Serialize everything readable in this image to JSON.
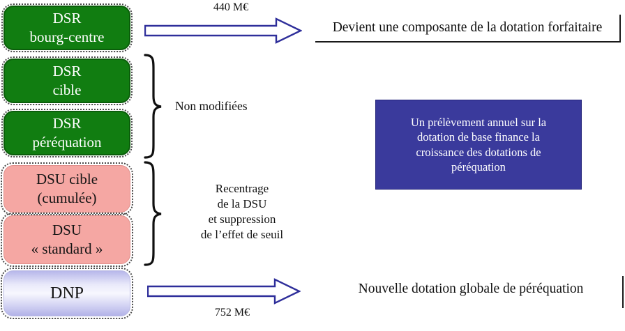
{
  "boxes": {
    "dsr_bourg_centre": {
      "line1": "DSR",
      "line2": "bourg-centre"
    },
    "dsr_cible": {
      "line1": "DSR",
      "line2": "cible"
    },
    "dsr_perequation": {
      "line1": "DSR",
      "line2": "péréquation"
    },
    "dsu_cible": {
      "line1": "DSU cible",
      "line2": "(cumulée)"
    },
    "dsu_standard": {
      "line1": "DSU",
      "line2": "« standard »"
    },
    "dnp": {
      "line1": "DNP"
    }
  },
  "arrows": {
    "top": {
      "label": "440 M€"
    },
    "bottom": {
      "label": "752 M€"
    }
  },
  "braces": {
    "non_modifiees": {
      "label": "Non modifiées"
    },
    "recentrage": {
      "line1": "Recentrage",
      "line2": "de la DSU",
      "line3": "et suppression",
      "line4": "de l’effet de seuil"
    }
  },
  "notes": {
    "devient": "Devient une composante de la dotation forfaitaire",
    "nouvelle": "Nouvelle dotation globale de péréquation"
  },
  "panel": {
    "line1": "Un prélèvement annuel sur la",
    "line2": "dotation de base finance la",
    "line3": "croissance des dotations de",
    "line4": "péréquation"
  },
  "colors": {
    "green_box": "#117d11",
    "pink_box": "#f5a7a3",
    "lavender_box": "#c9c9f0",
    "panel_blue": "#3a3a9c",
    "arrow_outline": "#2e2e9a"
  }
}
